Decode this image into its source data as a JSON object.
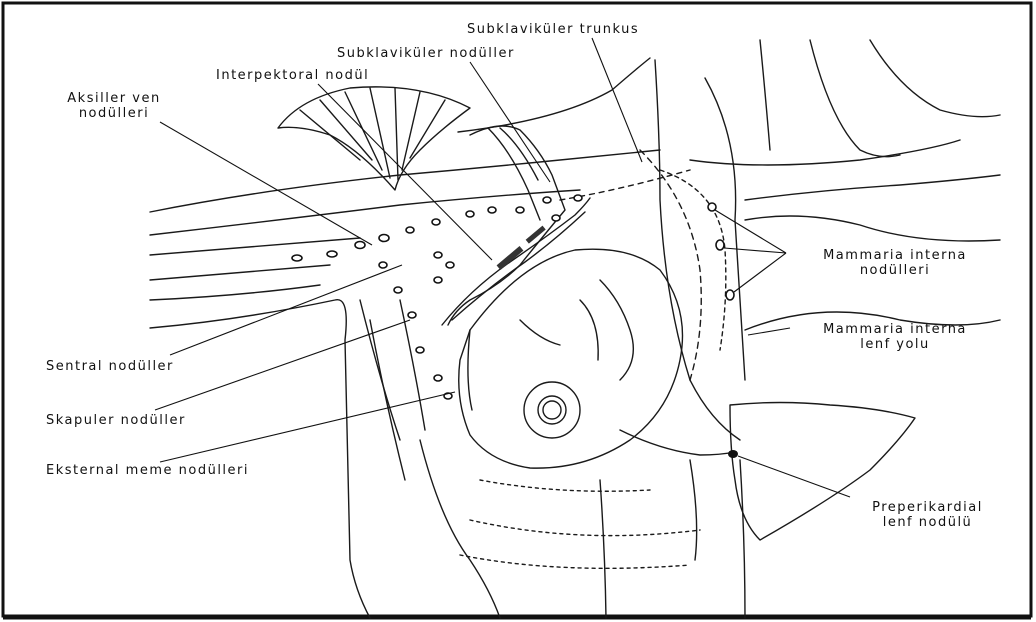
{
  "labels": {
    "subklavikuler_trunkus": "Subklaviküler trunkus",
    "subklavikuler_noduller": "Subklaviküler nodüller",
    "interpektoral_nodul": "Interpektoral nodül",
    "aksiller_ven_1": "Aksiller ven",
    "aksiller_ven_2": "nodülleri",
    "mammaria_interna_noduller_1": "Mammaria interna",
    "mammaria_interna_noduller_2": "nodülleri",
    "mammaria_interna_lenf_1": "Mammaria interna",
    "mammaria_interna_lenf_2": "lenf yolu",
    "sentral_noduller": "Sentral nodüller",
    "skapuler_noduller": "Skapuler nodüller",
    "eksternal_meme": "Eksternal meme nodülleri",
    "preperikardial_1": "Preperikardial",
    "preperikardial_2": "lenf nodülü"
  }
}
